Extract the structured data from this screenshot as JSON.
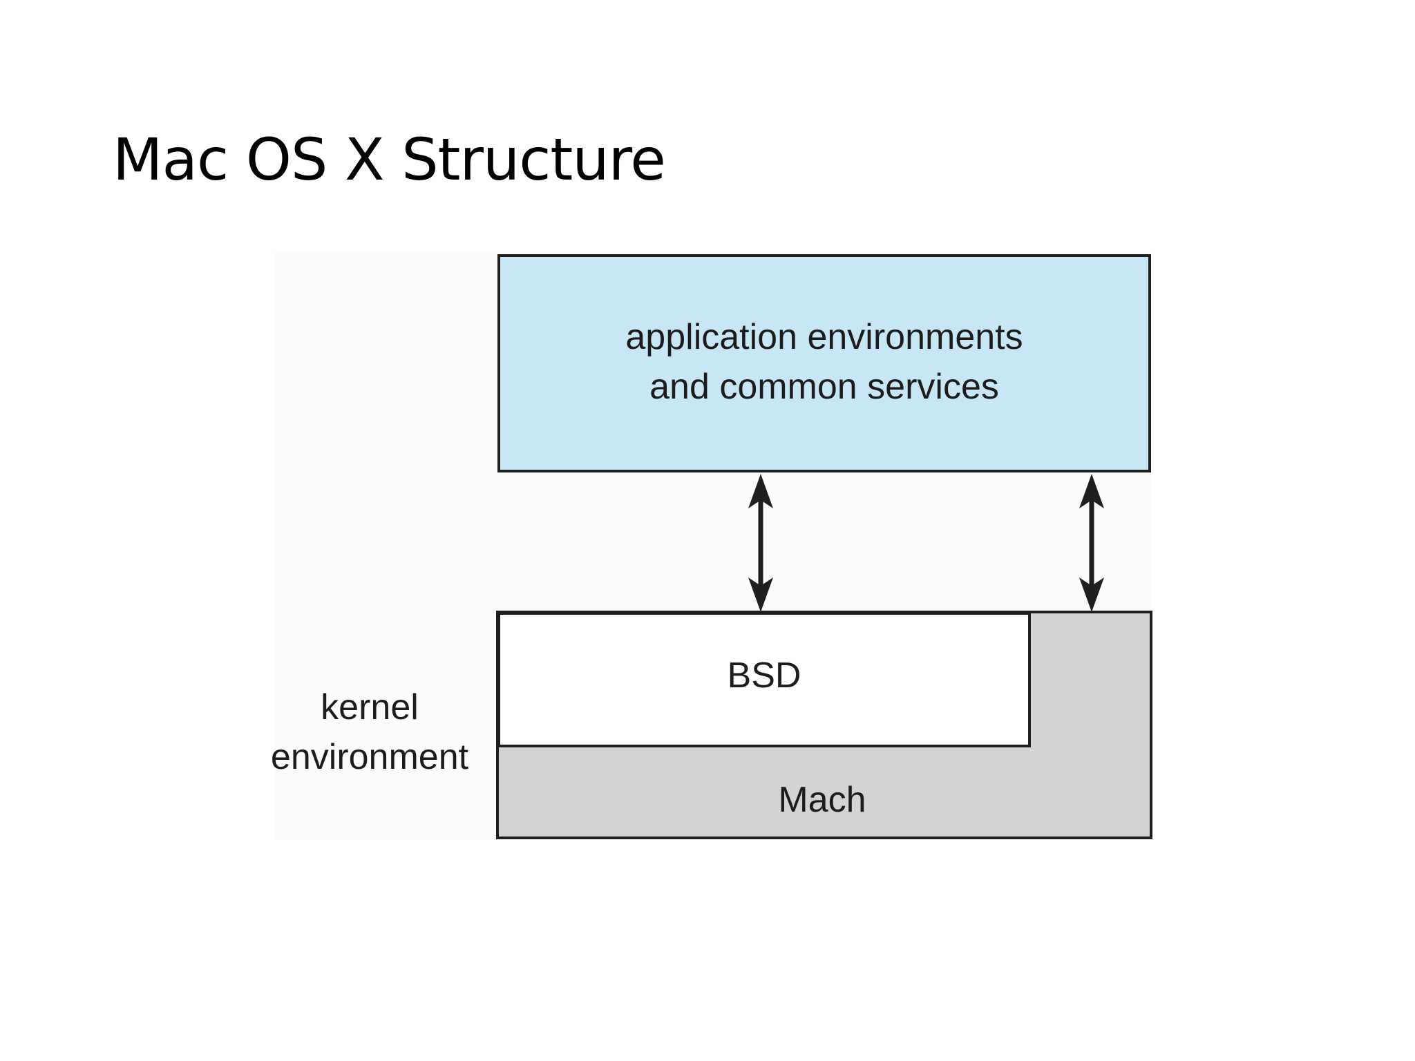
{
  "slide": {
    "title": "Mac OS X Structure"
  },
  "diagram": {
    "application_layer": {
      "label": "application environments\nand common services",
      "fill_color": "#c7e7f6"
    },
    "bsd_layer": {
      "label": "BSD",
      "fill_color": "#ffffff"
    },
    "mach_layer": {
      "label": "Mach",
      "fill_color": "#d3d3d5"
    },
    "kernel_environment": {
      "label": "kernel\nenvironment"
    },
    "connectors": [
      {
        "from": "application environments and common services",
        "to": "BSD",
        "type": "bidirectional"
      },
      {
        "from": "application environments and common services",
        "to": "Mach",
        "type": "bidirectional"
      }
    ]
  }
}
